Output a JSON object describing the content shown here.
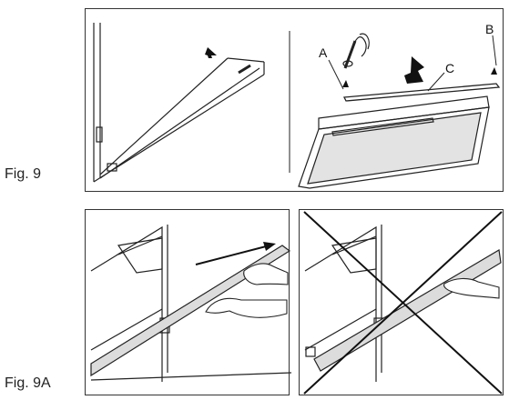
{
  "figures": [
    {
      "label": "Fig. 9"
    },
    {
      "label": "Fig. 9A"
    }
  ],
  "callouts": {
    "a": "A",
    "b": "B",
    "c": "C"
  },
  "colors": {
    "stroke": "#222222",
    "glass": "#d9d9d9",
    "arrow": "#111111"
  }
}
